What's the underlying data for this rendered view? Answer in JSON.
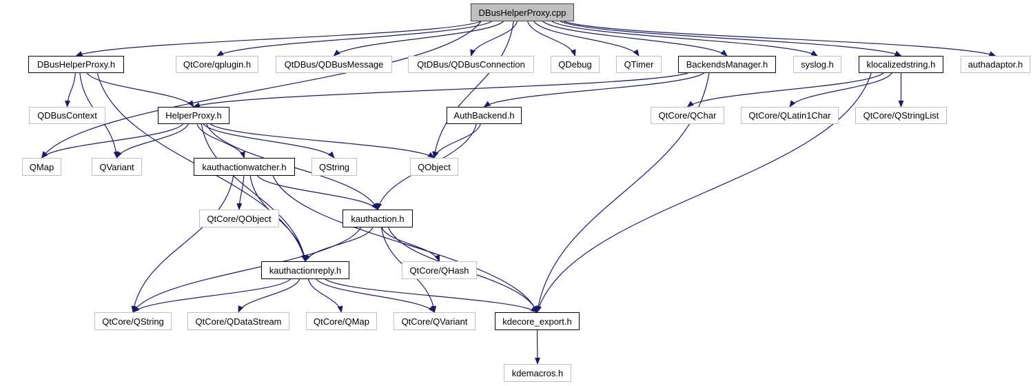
{
  "graph": {
    "edge_color": "#191970",
    "nodes": {
      "cpp": {
        "label": "DBusHelperProxy.cpp",
        "kind": "main"
      },
      "dbhp": {
        "label": "DBusHelperProxy.h",
        "kind": "doc"
      },
      "qplugin": {
        "label": "QtCore/qplugin.h",
        "kind": "ext"
      },
      "qdbusmsg": {
        "label": "QtDBus/QDBusMessage",
        "kind": "ext"
      },
      "qdbusconn": {
        "label": "QtDBus/QDBusConnection",
        "kind": "ext"
      },
      "qdebug": {
        "label": "QDebug",
        "kind": "ext"
      },
      "qtimer": {
        "label": "QTimer",
        "kind": "ext"
      },
      "backends": {
        "label": "BackendsManager.h",
        "kind": "doc"
      },
      "syslog": {
        "label": "syslog.h",
        "kind": "ext"
      },
      "kloc": {
        "label": "klocalizedstring.h",
        "kind": "doc"
      },
      "authadaptor": {
        "label": "authadaptor.h",
        "kind": "ext"
      },
      "qdbusctx": {
        "label": "QDBusContext",
        "kind": "ext"
      },
      "helper": {
        "label": "HelperProxy.h",
        "kind": "doc"
      },
      "authbackend": {
        "label": "AuthBackend.h",
        "kind": "doc"
      },
      "qchar": {
        "label": "QtCore/QChar",
        "kind": "ext"
      },
      "qlatin1": {
        "label": "QtCore/QLatin1Char",
        "kind": "ext"
      },
      "qstrlist": {
        "label": "QtCore/QStringList",
        "kind": "ext"
      },
      "qmap": {
        "label": "QMap",
        "kind": "ext"
      },
      "qvariant": {
        "label": "QVariant",
        "kind": "ext"
      },
      "watcher": {
        "label": "kauthactionwatcher.h",
        "kind": "doc"
      },
      "qstring": {
        "label": "QString",
        "kind": "ext"
      },
      "qobject": {
        "label": "QObject",
        "kind": "ext"
      },
      "qcqobject": {
        "label": "QtCore/QObject",
        "kind": "ext"
      },
      "kauthaction": {
        "label": "kauthaction.h",
        "kind": "doc"
      },
      "reply": {
        "label": "kauthactionreply.h",
        "kind": "doc"
      },
      "qhash": {
        "label": "QtCore/QHash",
        "kind": "ext"
      },
      "qcqstring": {
        "label": "QtCore/QString",
        "kind": "ext"
      },
      "qdatastream": {
        "label": "QtCore/QDataStream",
        "kind": "ext"
      },
      "qcqmap": {
        "label": "QtCore/QMap",
        "kind": "ext"
      },
      "qcqvariant": {
        "label": "QtCore/QVariant",
        "kind": "ext"
      },
      "kdecore": {
        "label": "kdecore_export.h",
        "kind": "doc"
      },
      "kdemacros": {
        "label": "kdemacros.h",
        "kind": "ext"
      }
    },
    "edges": [
      [
        "cpp",
        "dbhp"
      ],
      [
        "cpp",
        "qmap"
      ],
      [
        "cpp",
        "qobject"
      ],
      [
        "cpp",
        "qplugin"
      ],
      [
        "cpp",
        "qdbusmsg"
      ],
      [
        "cpp",
        "qdbusconn"
      ],
      [
        "cpp",
        "qdebug"
      ],
      [
        "cpp",
        "qtimer"
      ],
      [
        "cpp",
        "backends"
      ],
      [
        "cpp",
        "syslog"
      ],
      [
        "cpp",
        "kloc"
      ],
      [
        "cpp",
        "authadaptor"
      ],
      [
        "dbhp",
        "qdbusctx"
      ],
      [
        "dbhp",
        "qvariant"
      ],
      [
        "dbhp",
        "helper"
      ],
      [
        "dbhp",
        "reply"
      ],
      [
        "backends",
        "helper"
      ],
      [
        "backends",
        "authbackend"
      ],
      [
        "backends",
        "kdecore"
      ],
      [
        "kloc",
        "qchar"
      ],
      [
        "kloc",
        "qlatin1"
      ],
      [
        "kloc",
        "qstrlist"
      ],
      [
        "kloc",
        "kdecore"
      ],
      [
        "helper",
        "qmap"
      ],
      [
        "helper",
        "qvariant"
      ],
      [
        "helper",
        "watcher"
      ],
      [
        "helper",
        "qstring"
      ],
      [
        "helper",
        "qobject"
      ],
      [
        "helper",
        "kauthaction"
      ],
      [
        "helper",
        "reply"
      ],
      [
        "authbackend",
        "qobject"
      ],
      [
        "authbackend",
        "kauthaction"
      ],
      [
        "watcher",
        "qcqobject"
      ],
      [
        "watcher",
        "kauthaction"
      ],
      [
        "watcher",
        "reply"
      ],
      [
        "watcher",
        "qcqstring"
      ],
      [
        "watcher",
        "kdecore"
      ],
      [
        "kauthaction",
        "reply"
      ],
      [
        "kauthaction",
        "qcqstring"
      ],
      [
        "kauthaction",
        "qhash"
      ],
      [
        "kauthaction",
        "qcqvariant"
      ],
      [
        "kauthaction",
        "kdecore"
      ],
      [
        "reply",
        "qcqstring"
      ],
      [
        "reply",
        "qdatastream"
      ],
      [
        "reply",
        "qcqmap"
      ],
      [
        "reply",
        "qcqvariant"
      ],
      [
        "reply",
        "kdecore"
      ],
      [
        "kdecore",
        "kdemacros"
      ]
    ]
  }
}
